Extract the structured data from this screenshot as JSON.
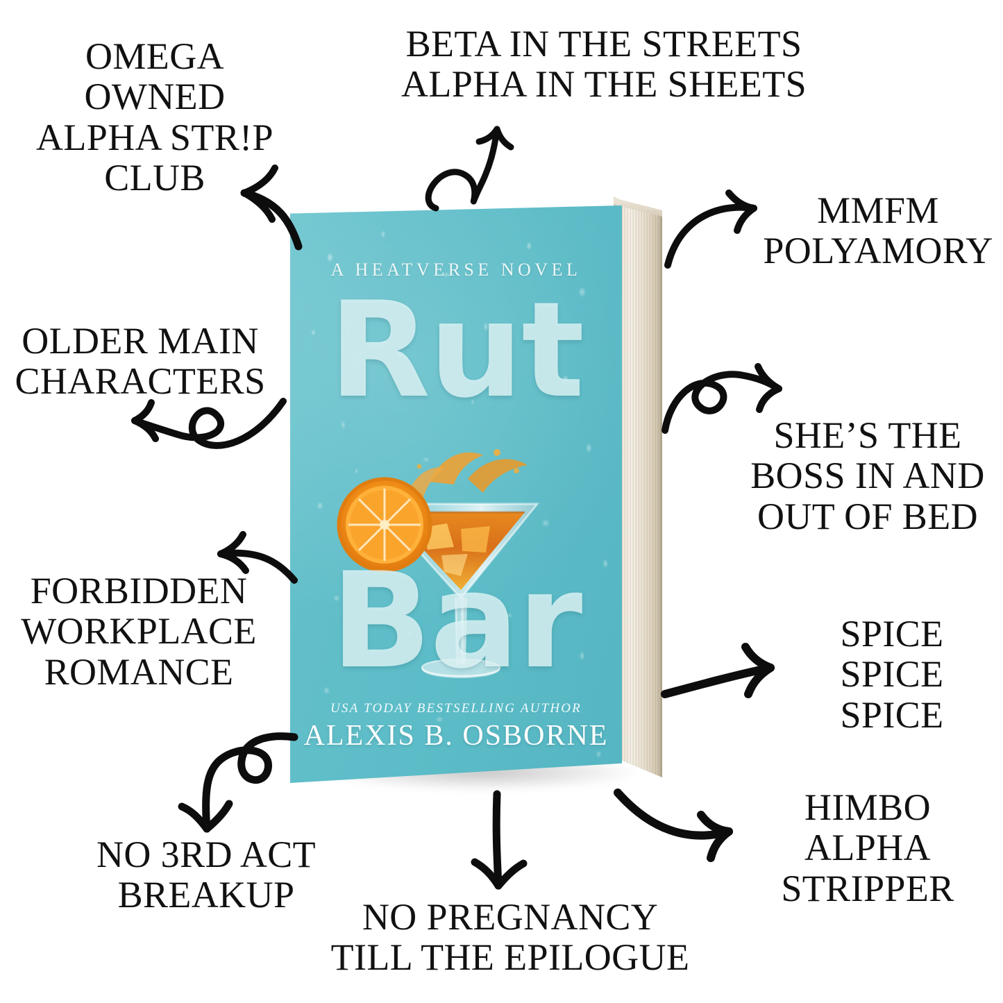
{
  "page": {
    "background": "#ffffff",
    "type": "book-trope-promo-graphic"
  },
  "book": {
    "series_line": "A HEATVERSE NOVEL",
    "title_line1": "Rut",
    "title_line2": "Bar",
    "accolade": "USA TODAY BESTSELLING AUTHOR",
    "author": "ALEXIS B. OSBORNE",
    "cover_color": "#5cbcc7",
    "title_color": "#e2f6f8",
    "pages_color": "#ece4d6",
    "cover_art": "orange-slice-cocktail-splash"
  },
  "tropes": [
    {
      "id": "omega-owned",
      "text": "OMEGA\nOWNED\nALPHA STR!P\nCLUB"
    },
    {
      "id": "beta-alpha",
      "text": "BETA IN THE STREETS\nALPHA IN THE SHEETS"
    },
    {
      "id": "mmfm-polyamory",
      "text": "MMFM\nPOLYAMORY"
    },
    {
      "id": "older-mcs",
      "text": "OLDER MAIN\nCHARACTERS"
    },
    {
      "id": "shes-the-boss",
      "text": "SHE’S THE\nBOSS IN AND\nOUT OF BED"
    },
    {
      "id": "forbidden-romance",
      "text": "FORBIDDEN\nWORKPLACE\nROMANCE"
    },
    {
      "id": "spice",
      "text": "SPICE\nSPICE\nSPICE"
    },
    {
      "id": "himbo-stripper",
      "text": "HIMBO\nALPHA\nSTRIPPER"
    },
    {
      "id": "no-3rd-act",
      "text": "NO 3RD ACT\nBREAKUP"
    },
    {
      "id": "no-pregnancy",
      "text": "NO PREGNANCY\nTILL THE EPILOGUE"
    }
  ],
  "arrows": {
    "color": "#0d0d0d",
    "style": "hand-drawn-marker",
    "count": 10
  }
}
